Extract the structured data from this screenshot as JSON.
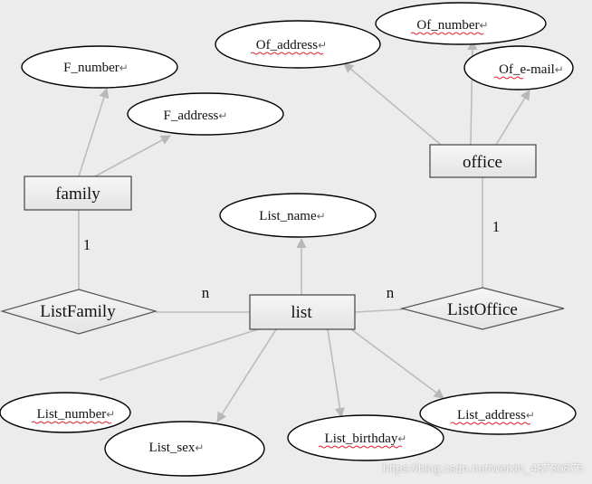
{
  "entities": {
    "family": "family",
    "office": "office",
    "list": "list"
  },
  "relationships": {
    "list_family": "ListFamily",
    "list_office": "ListOffice"
  },
  "attributes": {
    "f_number": "F_number",
    "f_address": "F_address",
    "of_address": "Of_address",
    "of_number": "Of_number",
    "of_email": "Of_e-mail",
    "list_name": "List_name",
    "list_number": "List_number",
    "list_sex": "List_sex",
    "list_birthday": "List_birthday",
    "list_address": "List_address"
  },
  "cardinalities": {
    "family_side": "1",
    "list_family_side": "n",
    "list_office_side": "n",
    "office_side": "1"
  },
  "paragraph_mark": "↵",
  "watermark": "https://blog.csdn.net/weixin_43730875"
}
